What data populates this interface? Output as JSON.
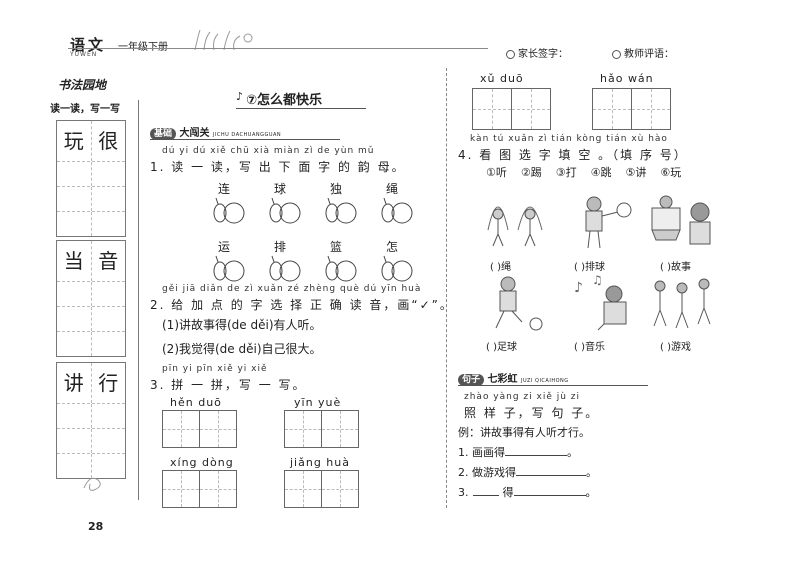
{
  "header": {
    "subject": "语文",
    "subject_pinyin": "YUWEN",
    "grade": "一年级下册",
    "parent_sign": "家长签字：",
    "teacher_comment": "教师评语："
  },
  "sidebar": {
    "badge": "书法园地",
    "subtitle": "读一读，写一写",
    "char_groups": [
      {
        "chars": [
          "玩",
          "很"
        ]
      },
      {
        "chars": [
          "当",
          "音"
        ]
      },
      {
        "chars": [
          "讲",
          "行"
        ]
      }
    ],
    "page_number": "28"
  },
  "left": {
    "lesson_title": "⑦怎么都快乐",
    "section1": {
      "tag": "基础",
      "title": "大闯关",
      "pinyin": "JICHU DACHUANGGUAN"
    },
    "q1": {
      "pinyin": "dú  yi  dú  xiě chū xià miàn  zì  de  yùn mǔ",
      "text": "1. 读 一 读，写 出 下 面 字 的 韵 母。",
      "chars_row1": [
        "连",
        "球",
        "独",
        "绳"
      ],
      "chars_row2": [
        "运",
        "排",
        "篮",
        "怎"
      ]
    },
    "q2": {
      "pinyin": "gěi jiā diǎn de  zì xuǎn zé zhèng què dú yīn huà",
      "text": "2. 给 加 点 的 字 选 择 正 确 读 音，画“✓”。",
      "item1": "(1)讲故事得(de  děi)有人听。",
      "item2": "(2)我觉得(de  děi)自己很大。"
    },
    "q3": {
      "pinyin": "pīn  yi  pīn  xiě  yi  xiě",
      "text": "3. 拼 一 拼，写 一 写。",
      "words": [
        "hěn   duō",
        "yīn   yuè",
        "xíng  dòng",
        "jiǎng  huà"
      ]
    }
  },
  "right": {
    "top_words": [
      "xǔ   duō",
      "hǎo   wán"
    ],
    "q4": {
      "pinyin": "kàn tú xuǎn zì tián kòng    tián xù hào",
      "text": "4. 看 图 选 字 填 空 。（填 序 号）",
      "options": [
        "①听",
        "②踢",
        "③打",
        "④跳",
        "⑤讲",
        "⑥玩"
      ],
      "labels": [
        "(     )绳",
        "(     )排球",
        "(     )故事",
        "(     )足球",
        "(     )音乐",
        "(     )游戏"
      ]
    },
    "section2": {
      "tag": "句子",
      "title": "七彩虹",
      "pinyin": "JUZI QICAIHONG"
    },
    "q5": {
      "pinyin": "zhào yàng  zi  xiě  jù  zi",
      "text": "照  样  子，写 句 子。",
      "example": "例：讲故事得有人听才行。",
      "items": [
        "1. 画画得",
        "2. 做游戏得",
        "3.",
        "得"
      ]
    }
  }
}
